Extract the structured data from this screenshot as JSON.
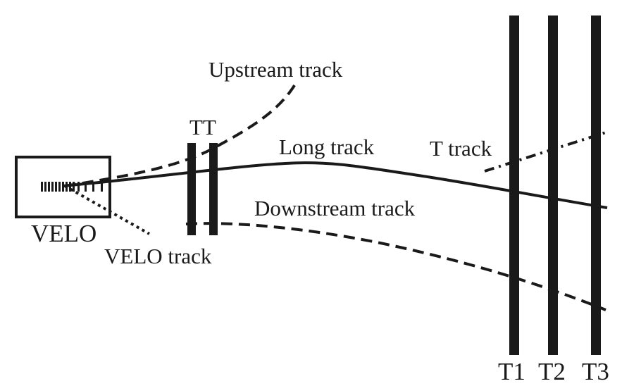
{
  "labels": {
    "velo": "VELO",
    "velo_track": "VELO track",
    "tt": "TT",
    "upstream_track": "Upstream track",
    "long_track": "Long track",
    "downstream_track": "Downstream track",
    "t_track": "T track",
    "t1": "T1",
    "t2": "T2",
    "t3": "T3"
  },
  "colors": {
    "ink": "#1a1a1a",
    "background": "#ffffff"
  }
}
